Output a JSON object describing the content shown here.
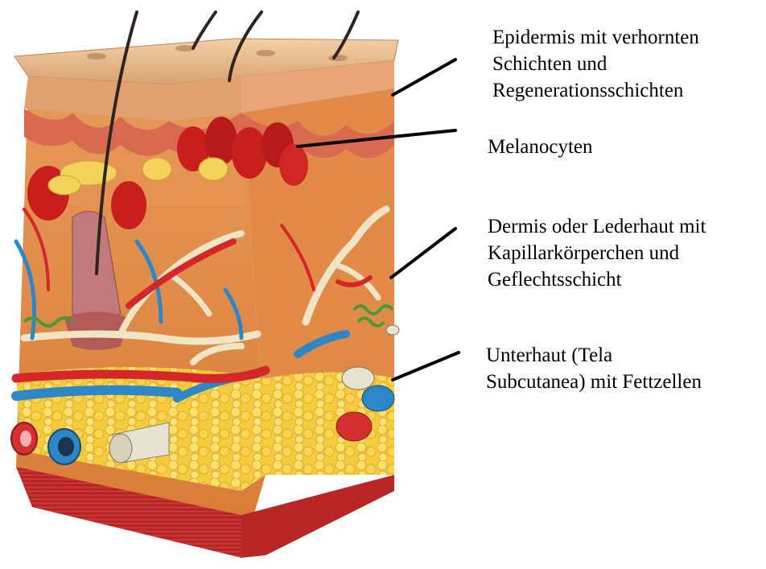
{
  "labels": {
    "epidermis": [
      "Epidermis mit verhornten",
      "Schichten und",
      "Regenerationsschichten"
    ],
    "melanocytes": [
      "Melanocyten"
    ],
    "dermis": [
      "Dermis oder Lederhaut mit",
      "Kapillarkörperchen und",
      "Geflechtsschicht"
    ],
    "subcutis": [
      "Unterhaut (Tela",
      "Subcutanea) mit Fettzellen"
    ]
  },
  "colors": {
    "epidermis": "#e9b98c",
    "dermis": "#e38a4a",
    "subcutis": "#f4cc3c",
    "muscle": "#c42a2a",
    "artery": "#d32a2a",
    "vein": "#2a84c4",
    "nerve": "#f0e8d0",
    "leader": "#000000"
  }
}
